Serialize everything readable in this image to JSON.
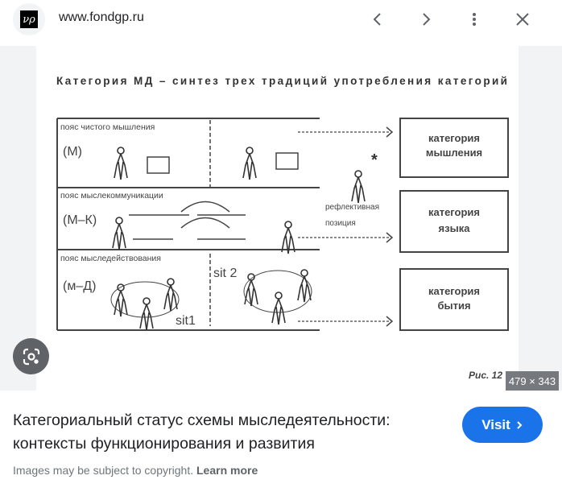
{
  "header": {
    "site": "www.fondgp.ru",
    "favicon_text": "νρ"
  },
  "figure": {
    "heading": "Категория МД – синтез трех традиций употребления категорий",
    "rows": [
      {
        "label": "пояс чистого мышления",
        "code": "(М)"
      },
      {
        "label": "пояс мыслекоммуникации",
        "code": "(М–К)"
      },
      {
        "label": "пояс мыследействования",
        "code": "(м–Д)"
      }
    ],
    "sit1": "sit1",
    "sit2": "sit 2",
    "reflective": [
      "рефлективная",
      "позиция"
    ],
    "asterisk": "*",
    "categories": [
      [
        "категория",
        "мышления"
      ],
      [
        "категория",
        "языка"
      ],
      [
        "категория",
        "бытия"
      ]
    ],
    "caption": "Рис. 12"
  },
  "dimensions": "479 × 343",
  "result": {
    "title": "Категориальный статус схемы мыследеятельности: контексты функционирования и развития",
    "visit_label": "Visit"
  },
  "footer": {
    "notice": "Images may be subject to copyright.",
    "link": "Learn more"
  },
  "colors": {
    "accent": "#1a73e8",
    "panel": "#f1f3f4"
  }
}
